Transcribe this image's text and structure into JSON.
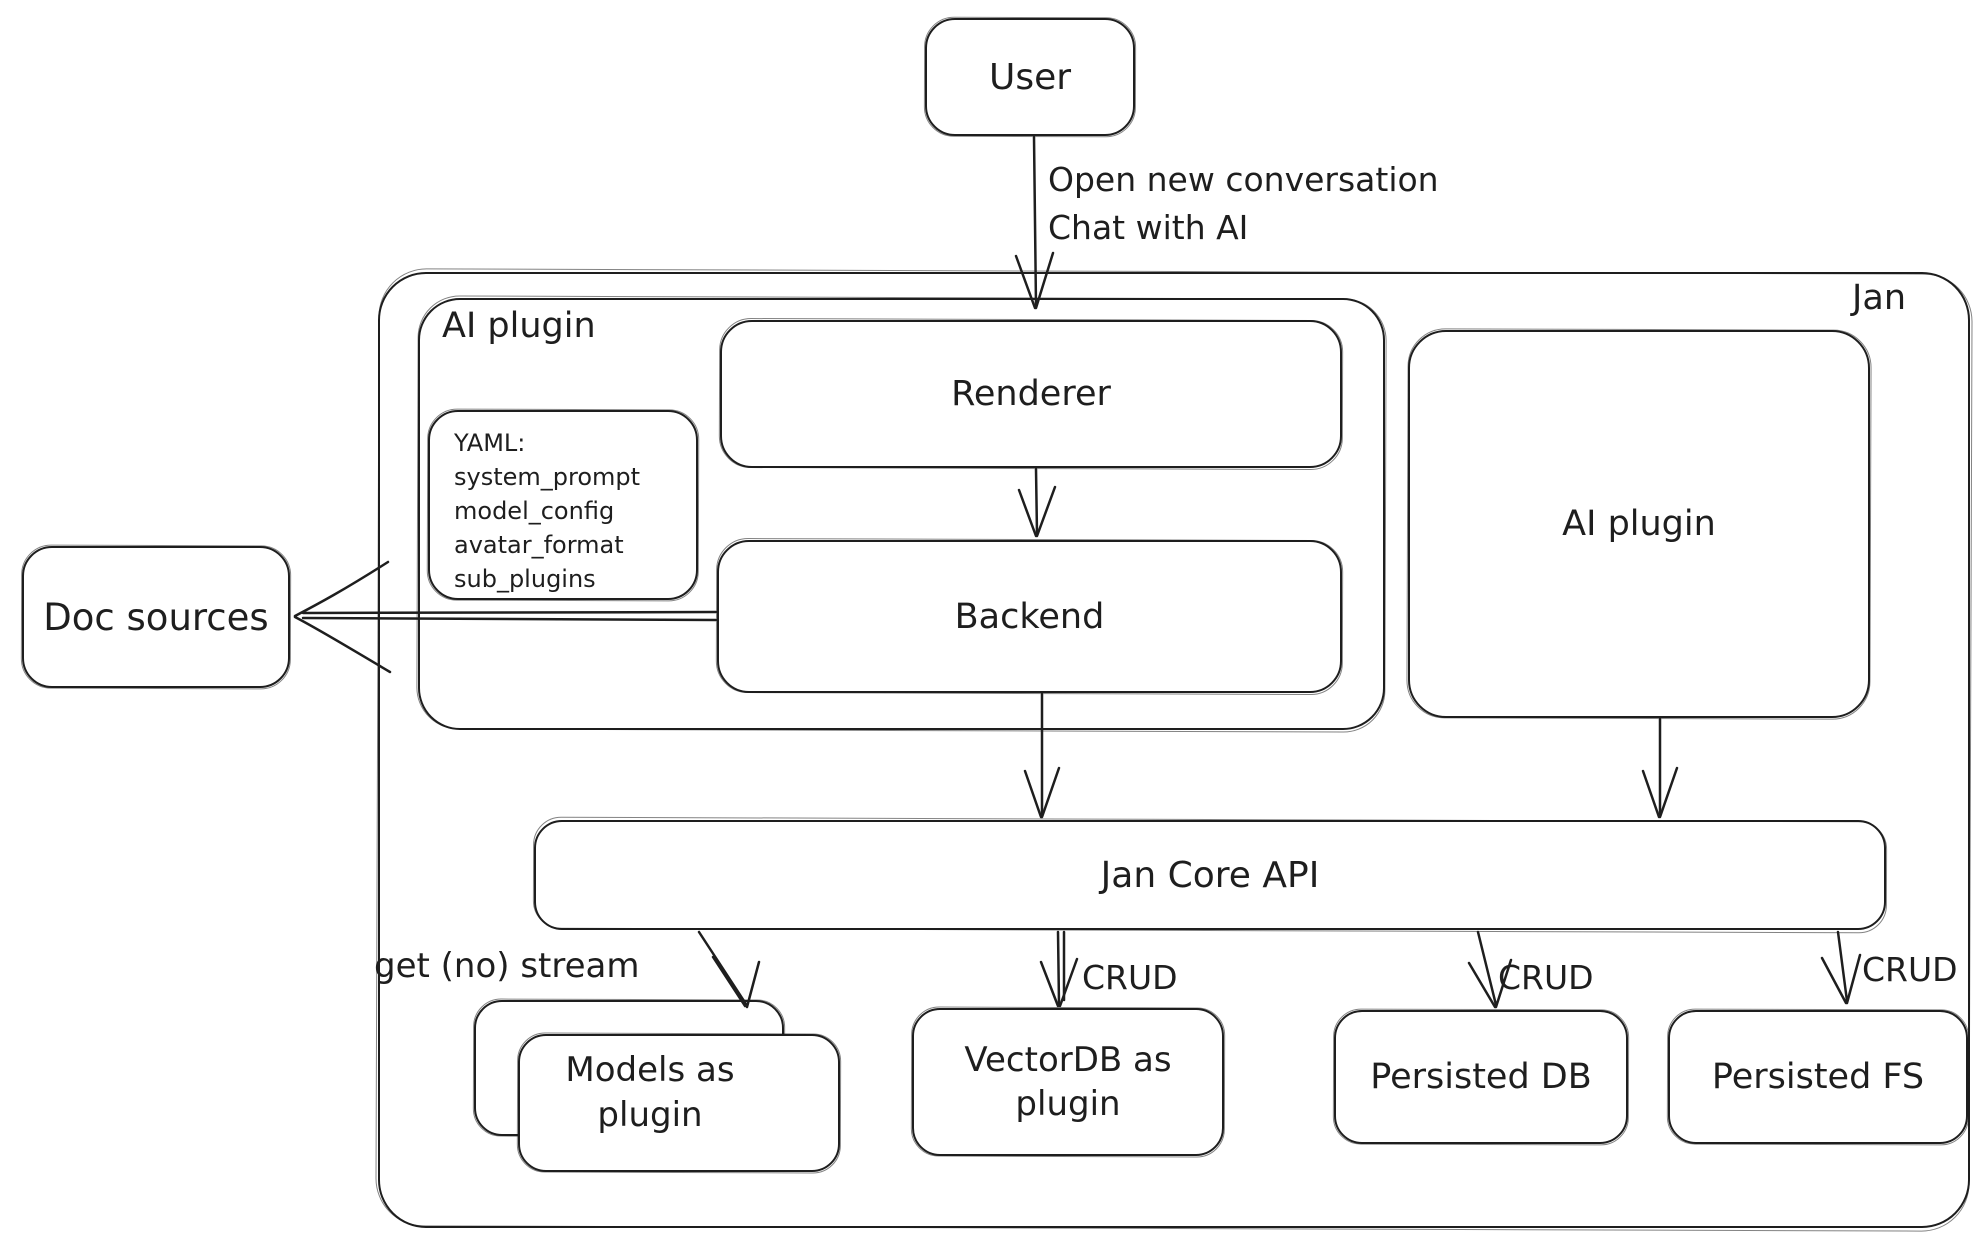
{
  "diagram": {
    "colors": {
      "stroke": "#1e1e1e",
      "background": "#ffffff"
    },
    "user": {
      "label": "User"
    },
    "flow_label": {
      "line1": "Open new conversation",
      "line2": "Chat with AI"
    },
    "jan": {
      "label": "Jan"
    },
    "ai_plugin_group": {
      "label": "AI plugin"
    },
    "renderer": {
      "label": "Renderer"
    },
    "backend": {
      "label": "Backend"
    },
    "yaml_note": {
      "line1": "YAML:",
      "line2": "system_prompt",
      "line3": "model_config",
      "line4": "avatar_format",
      "line5": "sub_plugins"
    },
    "ai_plugin_box": {
      "label": "AI plugin"
    },
    "doc_sources": {
      "label": "Doc sources"
    },
    "jan_core_api": {
      "label": "Jan Core API"
    },
    "models_plugin": {
      "line1": "Models as",
      "line2": "plugin"
    },
    "vectordb_plugin": {
      "line1": "VectorDB as",
      "line2": "plugin"
    },
    "persisted_db": {
      "label": "Persisted DB"
    },
    "persisted_fs": {
      "label": "Persisted FS"
    },
    "edge_labels": {
      "get_no_stream": "get (no) stream",
      "crud_vectordb": "CRUD",
      "crud_persisted_db": "CRUD",
      "crud_persisted_fs": "CRUD"
    }
  }
}
